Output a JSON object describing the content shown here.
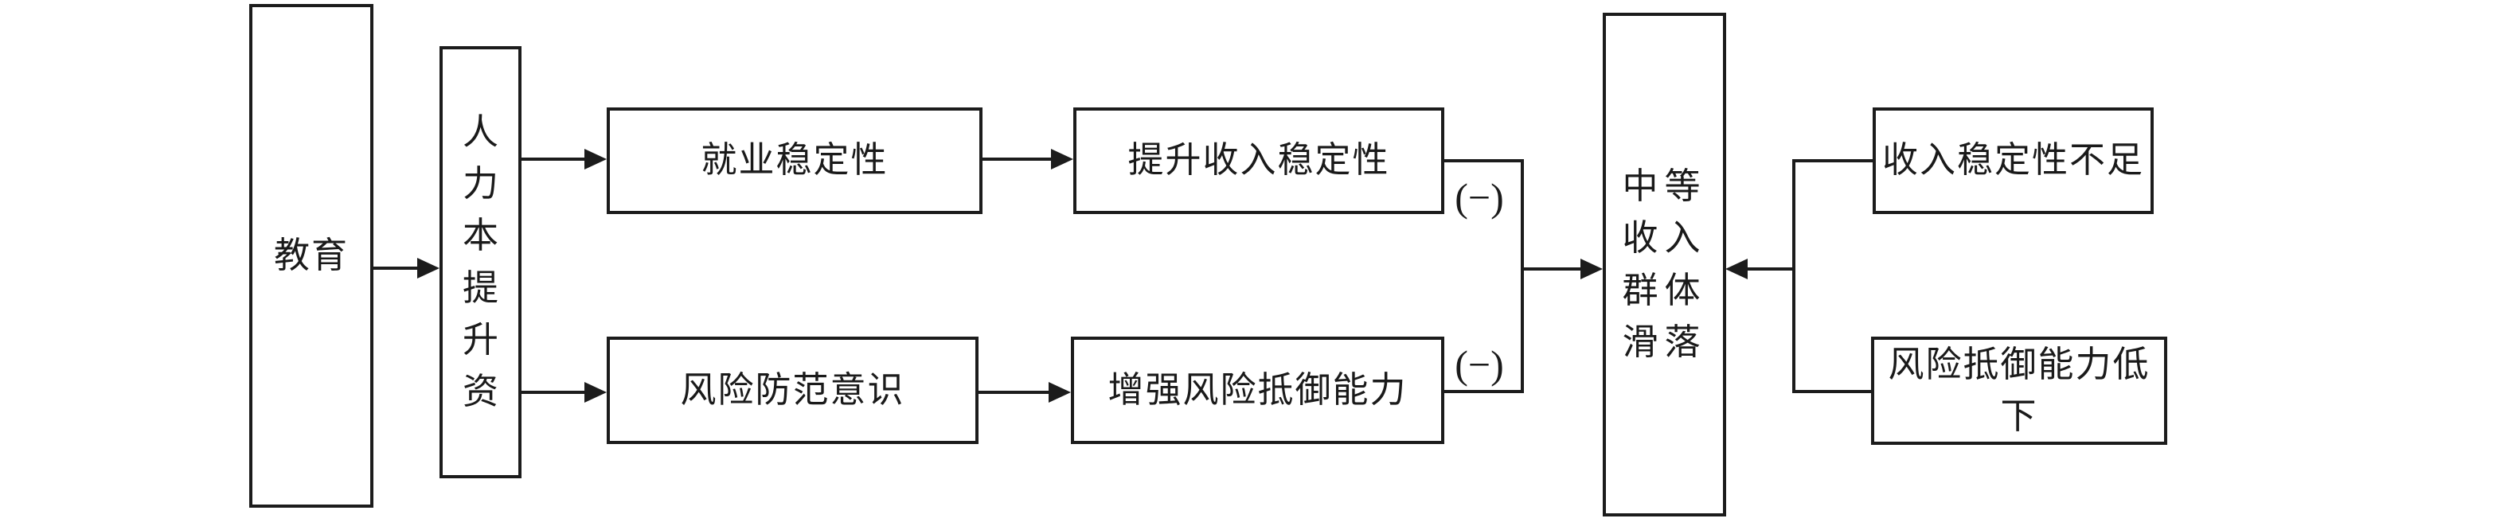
{
  "diagram": {
    "title": "",
    "nodes": {
      "education": {
        "label": "教育"
      },
      "human_capital": {
        "label": "人力本提升资",
        "orientation": "vertical"
      },
      "employment_stability": {
        "label": "就业稳定性"
      },
      "income_stability_up": {
        "label": "提升收入稳定性"
      },
      "risk_awareness": {
        "label": "风险防范意识"
      },
      "risk_resilience_up": {
        "label": "增强风险抵御能力"
      },
      "middle_income_slide": {
        "label": "中等收入群体滑落",
        "orientation": "two-per-line"
      },
      "income_stability_insufficient": {
        "label": "收入稳定性不足"
      },
      "risk_resilience_low": {
        "label": "风险抵御能力低下"
      }
    },
    "edge_labels": {
      "negative_top": "(−)",
      "negative_bottom": "(−)"
    },
    "colors": {
      "line": "#1c1c1c",
      "box_fill": "#ffffff",
      "text": "#1a1a1a",
      "background": "#ffffff"
    }
  }
}
